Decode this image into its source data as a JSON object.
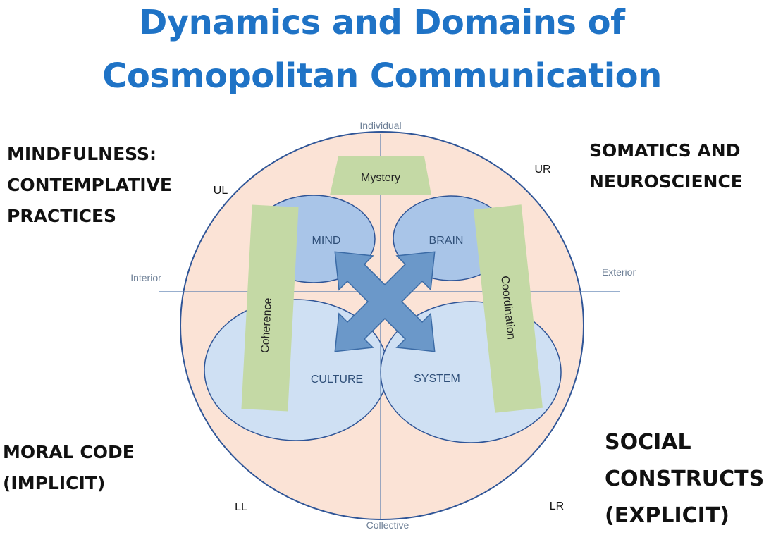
{
  "title": {
    "line1": "Dynamics and Domains of",
    "line2": "Cosmopolitan Communication"
  },
  "corners": {
    "top_left": [
      "MINDFULNESS:",
      "CONTEMPLATIVE",
      "PRACTICES"
    ],
    "top_right": [
      "SOMATICS AND",
      "NEUROSCIENCE"
    ],
    "bottom_left": [
      "MORAL CODE",
      "(IMPLICIT)"
    ],
    "bottom_right": [
      "SOCIAL",
      "CONSTRUCTS",
      "(EXPLICIT)"
    ]
  },
  "quadrants": {
    "ul": "UL",
    "ur": "UR",
    "ll": "LL",
    "lr": "LR"
  },
  "axes": {
    "top": "Individual",
    "bottom": "Collective",
    "left": "Interior",
    "right": "Exterior"
  },
  "domains": {
    "mind": "MIND",
    "brain": "BRAIN",
    "culture": "CULTURE",
    "system": "SYSTEM"
  },
  "bars": {
    "mystery": "Mystery",
    "coherence": "Coherence",
    "coordination": "Coordination"
  },
  "colors": {
    "title": "#1f73c6",
    "outer_circle_fill": "#fbe3d6",
    "upper_ellipse_fill": "#a9c5e8",
    "lower_ellipse_fill": "#cfe0f3",
    "ellipse_stroke": "#2f5597",
    "green_bar": "#c4d9a5",
    "arrow": "#6b98c9",
    "arrow_stroke": "#3b6ba6"
  }
}
